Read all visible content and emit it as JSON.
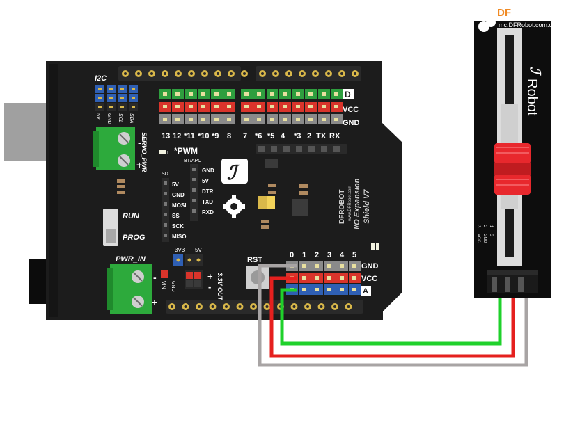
{
  "watermark": {
    "brand": "DF",
    "site": "mc.DFRobot.com.cn"
  },
  "shield": {
    "i2c_label": "I2C",
    "i2c_pins": [
      "5V",
      "GND",
      "SCL",
      "SDA"
    ],
    "servo_label": "SERVO_PWR",
    "servo_minus": "-",
    "servo_plus": "+",
    "row_labels": {
      "d": "D",
      "vcc": "VCC",
      "gnd": "GND"
    },
    "digital_numbers_left": [
      "13",
      "12",
      "*11",
      "*10",
      "*9",
      "8"
    ],
    "digital_numbers_right": [
      "7",
      "*6",
      "*5",
      "4",
      "*3",
      "2",
      "TX",
      "RX"
    ],
    "pwm_note": "*PWM",
    "led_label": "L",
    "bt_label": "BT/APC",
    "bt_pins": [
      "GND",
      "5V",
      "DTR",
      "TXD",
      "RXD"
    ],
    "sd_label": "SD",
    "sd_pins": [
      "5V",
      "GND",
      "MOSI",
      "SS",
      "SCK",
      "MISO"
    ],
    "run_label": "RUN",
    "prog_label": "PROG",
    "pwr_in_label": "PWR_IN",
    "pwr_minus": "-",
    "pwr_plus": "+",
    "vin_label": "VIN",
    "gnd_small_label": "GND",
    "out_plus": "+",
    "out_minus": "-",
    "out_label": "3.3V OUT",
    "v33_label": "3V3",
    "v5_label": "5V",
    "rst_label": "RST",
    "analog_numbers": [
      "0",
      "1",
      "2",
      "3",
      "4",
      "5"
    ],
    "analog_row_labels": {
      "gnd": "GND",
      "vcc": "VCC",
      "a": "A"
    },
    "brand_line1": "DFROBOT",
    "brand_line2": "www.DFRobot.com",
    "title_line1": "I/O Expansion",
    "title_line2": "Shield V7"
  },
  "slider": {
    "brand": "Robot",
    "pins": [
      "VCC",
      "GND",
      "S"
    ],
    "pin_numbers": [
      "3",
      "2",
      "1"
    ]
  },
  "colors": {
    "board": "#1c1c1c",
    "green_header": "#2e9e3e",
    "red_header": "#d9342b",
    "blue_header": "#2f5fb3",
    "gray_header": "#8a8a8a",
    "wire_green": "#1fd12b",
    "wire_red": "#e5201e",
    "wire_gray": "#a8a4a4",
    "slider_knob": "#e8282d"
  }
}
